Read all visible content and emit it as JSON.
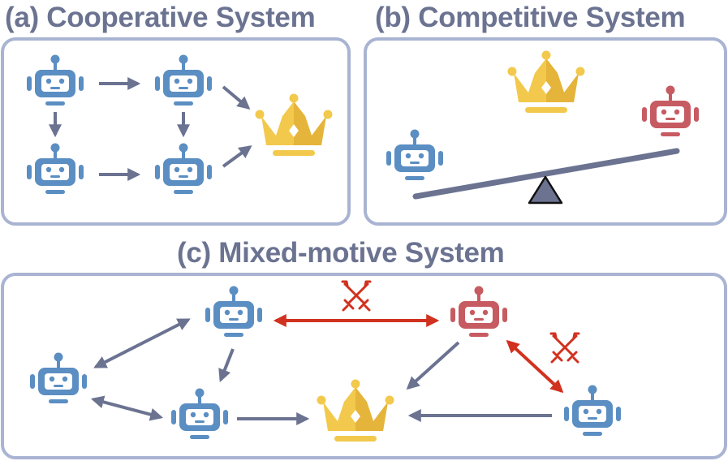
{
  "panels": {
    "a": {
      "title": "(a) Cooperative System"
    },
    "b": {
      "title": "(b) Competitive System"
    },
    "c": {
      "title": "(c) Mixed-motive System"
    }
  },
  "icons": {
    "agent": "robot-icon",
    "goal": "crown-icon",
    "conflict": "crossed-swords-icon",
    "balance": "seesaw-icon"
  },
  "colors": {
    "cooperative_agent": "#5b8ec2",
    "competitive_agent": "#c75b62",
    "arrow": "#6b7391",
    "conflict_arrow": "#d1311f",
    "crown": "#f2c94c",
    "panel_border": "#a9b4d3"
  }
}
